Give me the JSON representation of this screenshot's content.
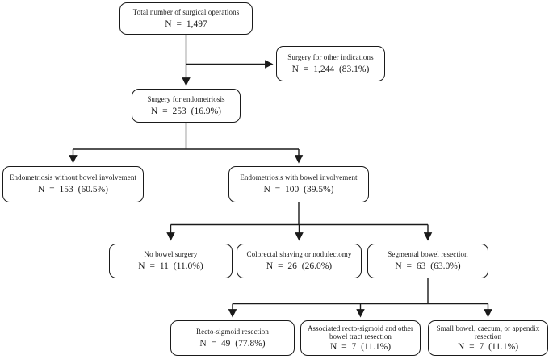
{
  "diagram": {
    "type": "flowchart",
    "colors": {
      "box_border": "#1a1a1a",
      "box_background": "#ffffff",
      "text": "#1a1a1a",
      "connector": "#1a1a1a"
    },
    "nodes": {
      "total": {
        "label": "Total number of surgical operations",
        "value": "N = 1,497"
      },
      "other_indications": {
        "label": "Surgery for other indications",
        "value": "N = 1,244 (83.1%)"
      },
      "endometriosis": {
        "label": "Surgery for endometriosis",
        "value": "N = 253 (16.9%)"
      },
      "without_bowel": {
        "label": "Endometriosis without bowel involvement",
        "value": "N = 153 (60.5%)"
      },
      "with_bowel": {
        "label": "Endometriosis with bowel involvement",
        "value": "N = 100 (39.5%)"
      },
      "no_bowel_surgery": {
        "label": "No bowel surgery",
        "value": "N = 11 (11.0%)"
      },
      "shaving": {
        "label": "Colorectal shaving or nodulectomy",
        "value": "N = 26 (26.0%)"
      },
      "segmental": {
        "label": "Segmental bowel resection",
        "value": "N = 63 (63.0%)"
      },
      "rectosigmoid": {
        "label": "Recto-sigmoid resection",
        "value": "N = 49 (77.8%)"
      },
      "associated": {
        "label": "Associated recto-sigmoid and other bowel tract resection",
        "value": "N = 7 (11.1%)"
      },
      "small_bowel": {
        "label": "Small bowel, caecum, or appendix resection",
        "value": "N = 7 (11.1%)"
      }
    },
    "edges": [
      {
        "from": "total",
        "to": "endometriosis"
      },
      {
        "from": "total",
        "to": "other_indications"
      },
      {
        "from": "endometriosis",
        "to": "without_bowel"
      },
      {
        "from": "endometriosis",
        "to": "with_bowel"
      },
      {
        "from": "with_bowel",
        "to": "no_bowel_surgery"
      },
      {
        "from": "with_bowel",
        "to": "shaving"
      },
      {
        "from": "with_bowel",
        "to": "segmental"
      },
      {
        "from": "segmental",
        "to": "rectosigmoid"
      },
      {
        "from": "segmental",
        "to": "associated"
      },
      {
        "from": "segmental",
        "to": "small_bowel"
      }
    ]
  }
}
